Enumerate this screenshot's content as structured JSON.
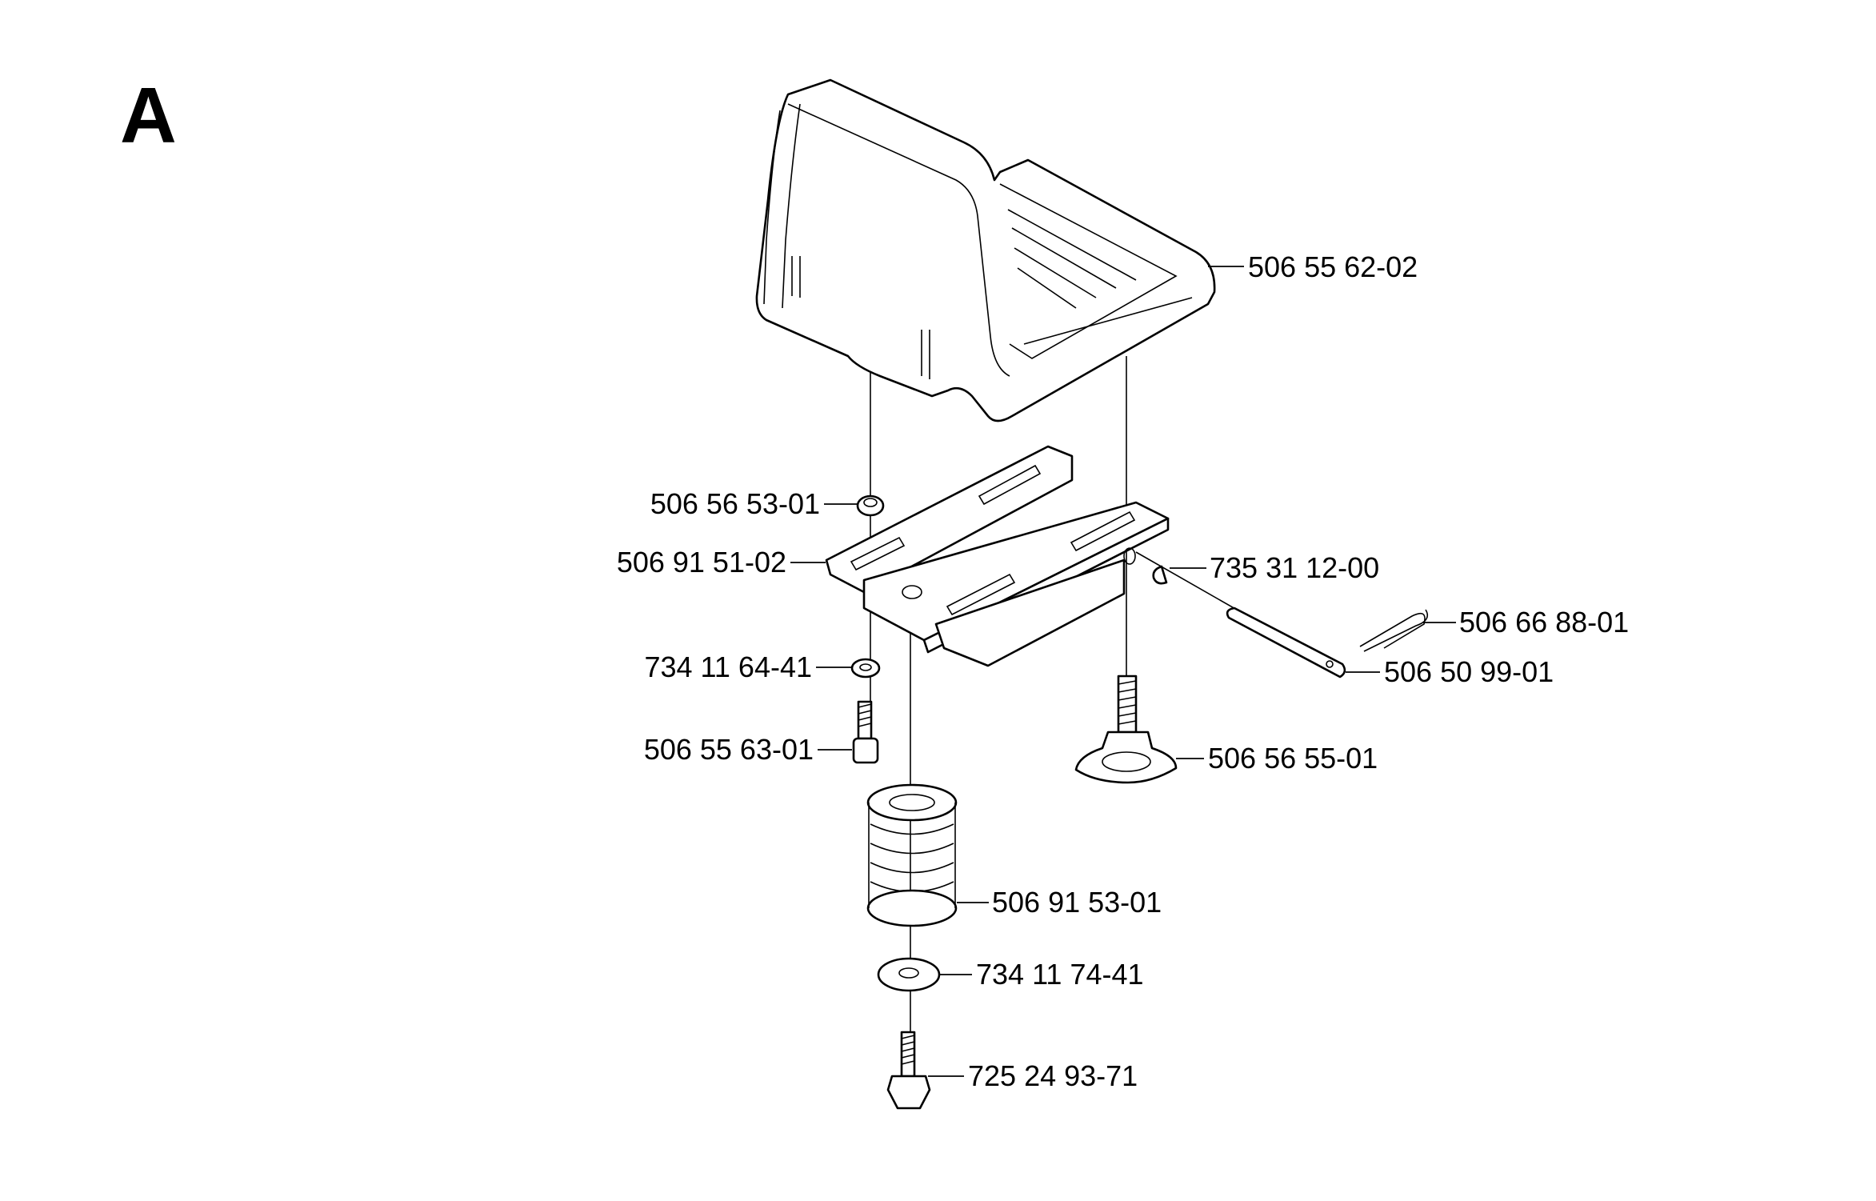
{
  "section": "A",
  "colors": {
    "ink": "#000000",
    "paper": "#ffffff"
  },
  "parts": [
    {
      "id": "seat",
      "number": "506 55 62-02"
    },
    {
      "id": "nut-top",
      "number": "506 56 53-01"
    },
    {
      "id": "bracket",
      "number": "506 91 51-02"
    },
    {
      "id": "washer-small",
      "number": "734 11 64-41"
    },
    {
      "id": "bolt-upper",
      "number": "506 55 63-01"
    },
    {
      "id": "spring",
      "number": "506 91 53-01"
    },
    {
      "id": "washer-large",
      "number": "734 11 74-41"
    },
    {
      "id": "bolt-lower",
      "number": "725 24 93-71"
    },
    {
      "id": "circlip",
      "number": "735 31 12-00"
    },
    {
      "id": "hair-pin",
      "number": "506 66 88-01"
    },
    {
      "id": "pin",
      "number": "506 50 99-01"
    },
    {
      "id": "knob",
      "number": "506 56 55-01"
    }
  ]
}
